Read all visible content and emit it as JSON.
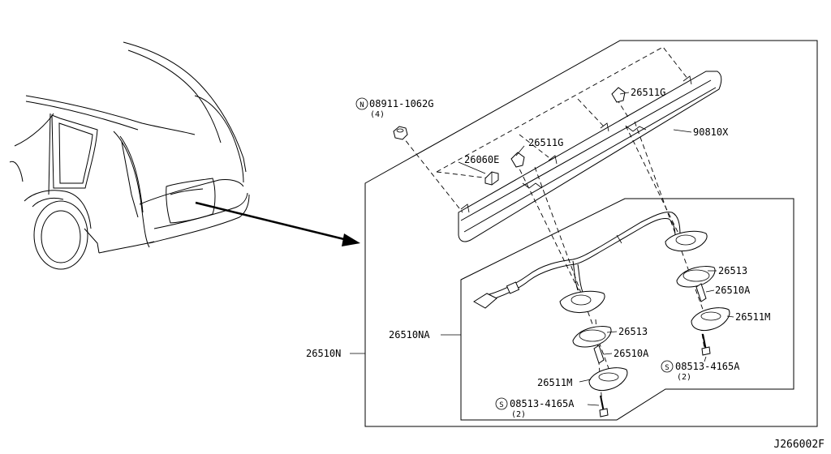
{
  "diagram_id": "J266002F",
  "callouts": {
    "nut": {
      "part_no": "08911-1062G",
      "prefix": "N",
      "qty": "(4)"
    },
    "clip_left": {
      "part_no": "26511G"
    },
    "clip_right": {
      "part_no": "26511G"
    },
    "grommet": {
      "part_no": "26060E"
    },
    "finisher": {
      "part_no": "90810X"
    },
    "lamp_assy": {
      "part_no": "26510N"
    },
    "lamp_assy_na": {
      "part_no": "26510NA"
    },
    "gasket_right": {
      "part_no": "26513"
    },
    "lens_right": {
      "part_no": "26510A"
    },
    "housing_right": {
      "part_no": "26511M"
    },
    "screw_right": {
      "part_no": "08513-4165A",
      "prefix": "S",
      "qty": "(2)"
    },
    "gasket_left": {
      "part_no": "26513"
    },
    "lens_left": {
      "part_no": "26510A"
    },
    "housing_left": {
      "part_no": "26511M"
    },
    "screw_left": {
      "part_no": "08513-4165A",
      "prefix": "S",
      "qty": "(2)"
    }
  }
}
